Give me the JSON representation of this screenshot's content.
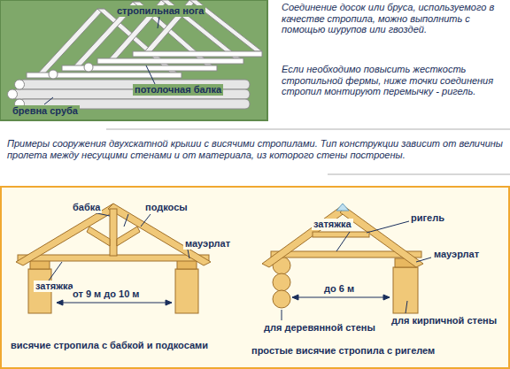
{
  "diagram": {
    "labels": [
      "стропильная нога",
      "потолочная балка",
      "бревна сруба",
      "Соединение досок или бруса, используемого в качестве стропила, можно выполнить с помощью шурупов или гвоздей.",
      "Если необходимо повысить жесткость стропильной фермы, ниже точки соединения стропил монтируют перемычку - ригель.",
      "Примеры сооружения двухскатной крыши с висячими стропилами. Тип конструкции зависит от величины пролета между несущими стенами и от материала, из которого стены построены.",
      "бабка",
      "подкосы",
      "мауэрлат",
      "затяжка",
      "от 9 м до 10 м",
      "висячие стропила с бабкой и подкосами",
      "ригель",
      "затяжка",
      "мауэрлат",
      "до 6 м",
      "для кирпичной стены",
      "для деревянной стены",
      "простые висячие стропила с ригелем"
    ]
  }
}
